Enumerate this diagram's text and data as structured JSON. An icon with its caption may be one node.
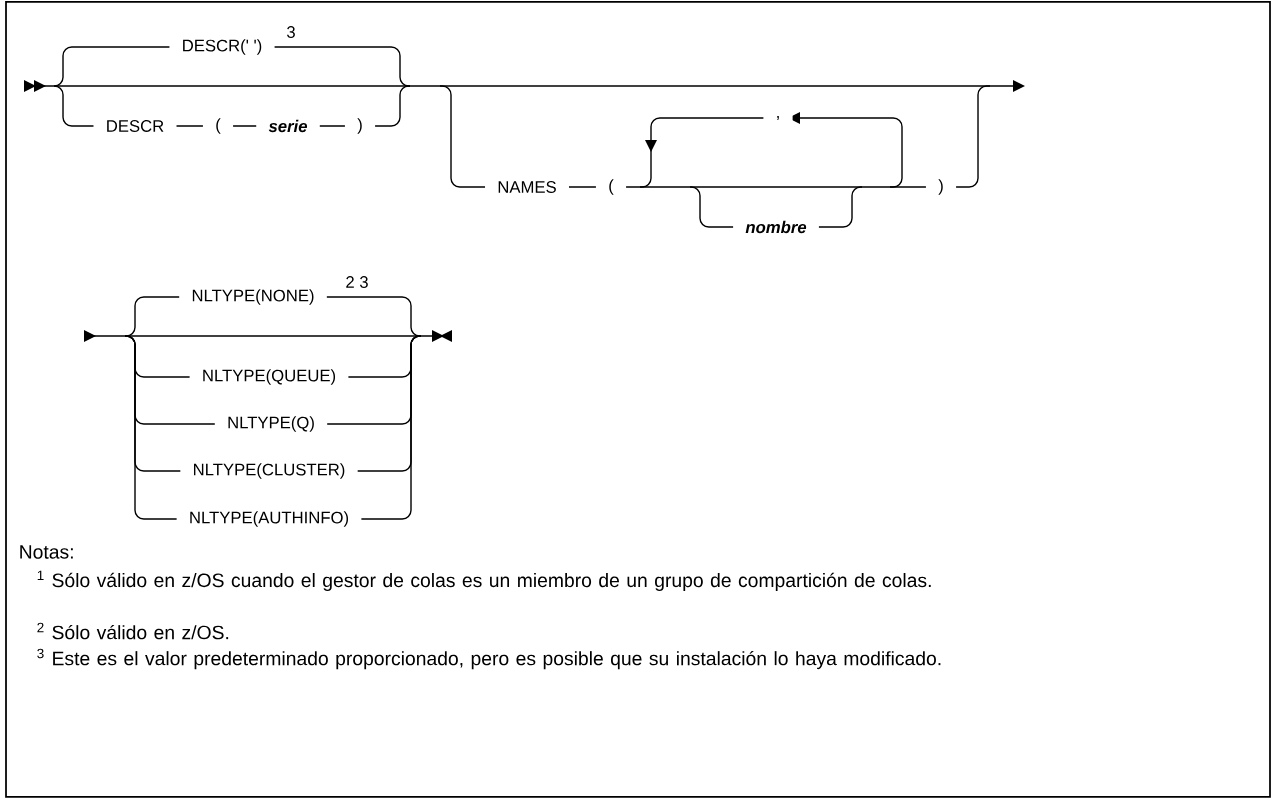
{
  "diagram": {
    "labels": [
      "DESCR(' ')",
      "3",
      "DESCR",
      "(",
      "serie",
      ")",
      ",",
      "NAMES",
      "(",
      "nombre",
      ")",
      "NLTYPE(NONE)",
      "2 3",
      "NLTYPE(QUEUE)",
      "NLTYPE(Q)",
      "NLTYPE(CLUSTER)",
      "NLTYPE(AUTHINFO)",
      "Notas:",
      "$^{1}$ Sólo válido en z/OS cuando el gestor de colas es un miembro de un grupo de compartición de colas.",
      "$^{2}$ Sólo válido en z/OS.",
      "$^{3}$ Este es el valor predeterminado proporcionado, pero es posible que su instalación lo haya modificado."
    ]
  }
}
